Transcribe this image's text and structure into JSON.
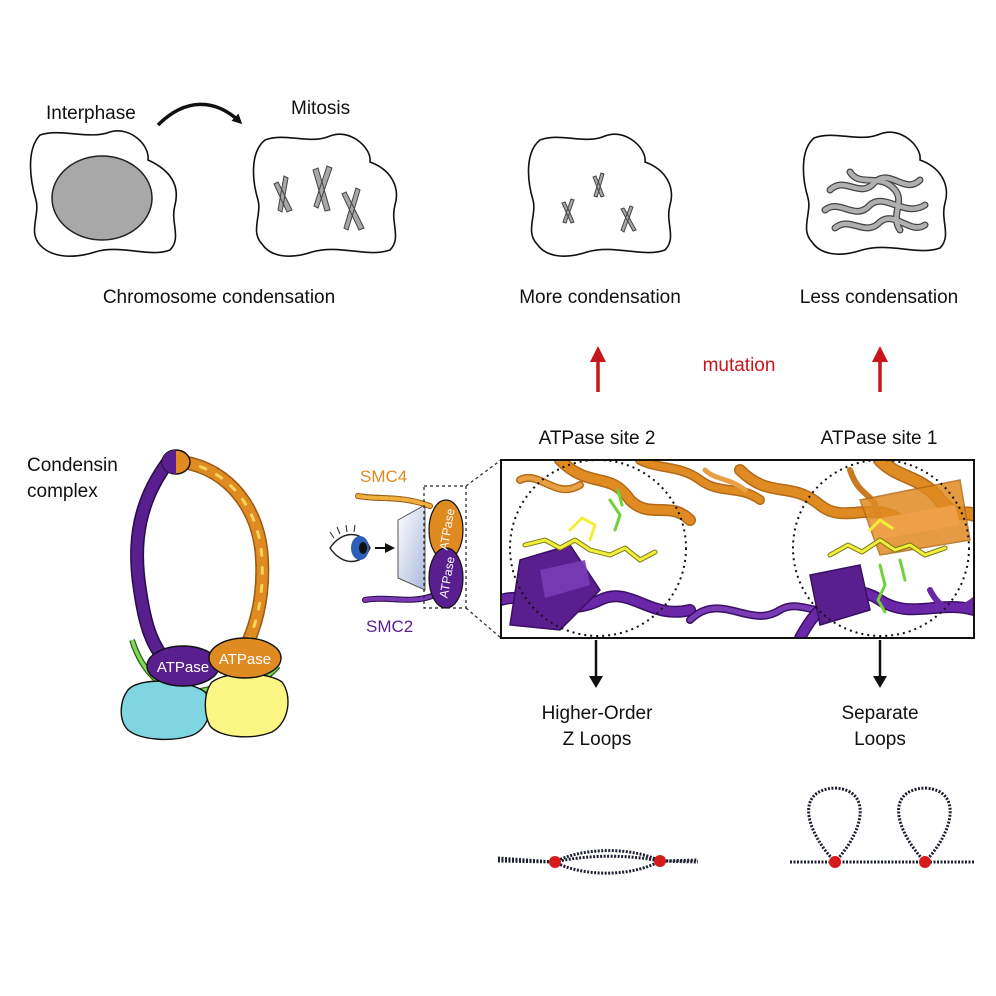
{
  "labels": {
    "interphase": "Interphase",
    "mitosis": "Mitosis",
    "chromosome_condensation": "Chromosome condensation",
    "more_condensation": "More condensation",
    "less_condensation": "Less condensation",
    "mutation": "mutation",
    "atpase_site_2": "ATPase site 2",
    "atpase_site_1": "ATPase site 1",
    "condensin_line1": "Condensin",
    "condensin_line2": "complex",
    "smc4": "SMC4",
    "smc2": "SMC2",
    "atpase": "ATPase",
    "higher_order_line1": "Higher-Order",
    "higher_order_line2": "Z Loops",
    "separate_line1": "Separate",
    "separate_line2": "Loops"
  },
  "colors": {
    "smc4_orange": "#e08a22",
    "smc2_purple": "#5a1f8f",
    "ligand_yellow": "#f2ef3a",
    "ligand_green": "#6fd23a",
    "kleisin_green": "#7ed957",
    "subunit_cyan": "#7fd6e0",
    "subunit_yellow": "#fbf584",
    "arrow_red": "#c8161d",
    "loop_anchor_red": "#d61a1a"
  }
}
